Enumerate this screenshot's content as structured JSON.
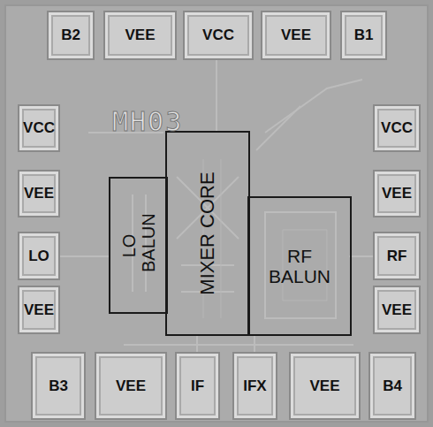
{
  "diagram": {
    "nodes": [
      {
        "text": [
          "B2"
        ]
      },
      {
        "text": [
          "VEE"
        ]
      },
      {
        "text": [
          "VCC"
        ]
      },
      {
        "text": [
          "VEE"
        ]
      },
      {
        "text": [
          "B1"
        ]
      },
      {
        "text": [
          "VCC"
        ]
      },
      {
        "text": [
          "VCC"
        ]
      },
      {
        "text": [
          "MIXER CORE"
        ]
      },
      {
        "text": [
          "LO BALUN"
        ]
      },
      {
        "text": [
          "VEE"
        ]
      },
      {
        "text": [
          "VEE"
        ]
      },
      {
        "text": [
          "RF BALUN"
        ]
      },
      {
        "text": [
          "LO"
        ]
      },
      {
        "text": [
          "RF"
        ]
      },
      {
        "text": [
          "VEE"
        ]
      },
      {
        "text": [
          "VEE"
        ]
      },
      {
        "text": [
          "B3"
        ]
      },
      {
        "text": [
          "VEE"
        ]
      },
      {
        "text": [
          "IF"
        ]
      },
      {
        "text": [
          "IFX"
        ]
      },
      {
        "text": [
          "VEE"
        ]
      },
      {
        "text": [
          "B4"
        ]
      }
    ],
    "labels": [
      "MH03"
    ]
  }
}
